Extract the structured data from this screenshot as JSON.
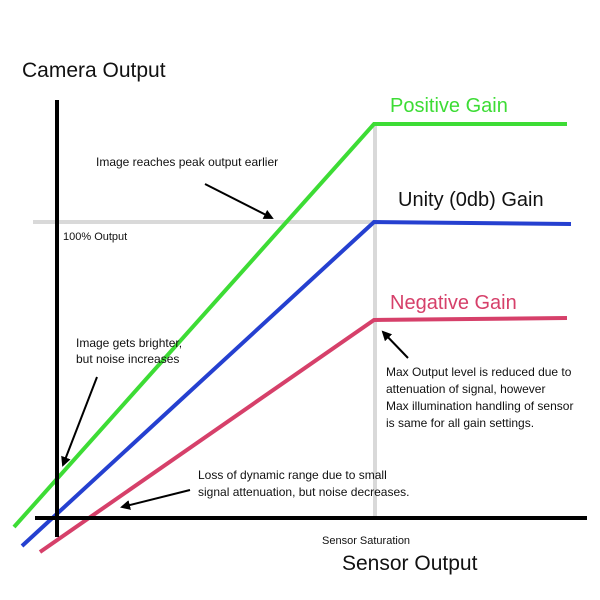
{
  "title_y": "Camera Output",
  "title_x": "Sensor Output",
  "reference_labels": {
    "hundred_percent": "100% Output",
    "sensor_saturation": "Sensor Saturation"
  },
  "series": [
    {
      "name": "Positive Gain",
      "color": "#3ddc35"
    },
    {
      "name": "Unity (0db) Gain",
      "color": "#2540d0"
    },
    {
      "name": "Negative Gain",
      "color": "#d6406a"
    }
  ],
  "annotations": {
    "peak_earlier": "Image reaches peak output earlier",
    "brighter": [
      "Image gets brighter,",
      "but noise increases"
    ],
    "dynamic_range": [
      "Loss of dynamic range due to small",
      "signal attenuation, but noise decreases."
    ],
    "max_output": [
      "Max Output level is reduced due to",
      "attenuation of signal, however",
      "Max illumination handling of sensor",
      "is same for all gain settings."
    ]
  },
  "colors": {
    "axis": "#000000",
    "reference": "#d9d9d9",
    "arrow": "#000000"
  }
}
